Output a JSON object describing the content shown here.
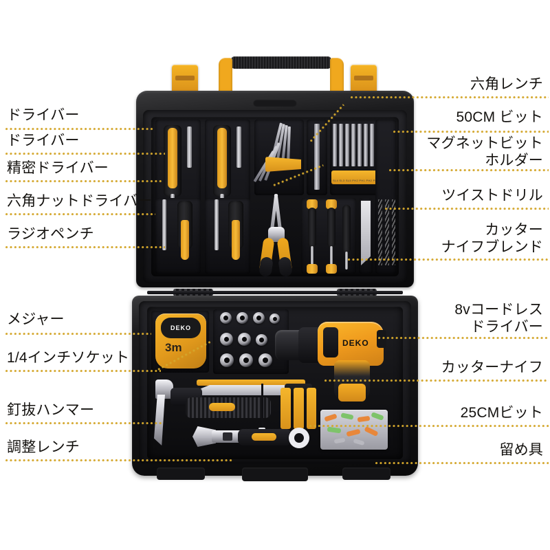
{
  "product": {
    "brand": "DEKO",
    "type": "tool-set-case",
    "tape_measure_length": "3m",
    "bit_holder_markings": "SL4 SL3 SL5 PH2 PH1 PH2 PH3 T15 T20 H3"
  },
  "colors": {
    "background": "#ffffff",
    "leader_dot": "#d4a72c",
    "leader_dot_pale": "#e8d9a0",
    "label_text": "#14120f",
    "case_black": "#121214",
    "accent_yellow": "#f0a81e",
    "accent_orange": "#ef9018",
    "chrome": "#dcdce2"
  },
  "labels_left_top": [
    {
      "id": "driver-1",
      "text": "ドライバー"
    },
    {
      "id": "driver-2",
      "text": "ドライバー"
    },
    {
      "id": "precision-driver",
      "text": "精密ドライバー"
    },
    {
      "id": "hex-nut-driver",
      "text": "六角ナットドライバー"
    },
    {
      "id": "needle-pliers",
      "text": "ラジオペンチ"
    }
  ],
  "labels_right_top": [
    {
      "id": "hex-wrench",
      "text": "六角レンチ"
    },
    {
      "id": "bit-50cm",
      "text": "50CM ビット"
    },
    {
      "id": "magnet-bit-holder",
      "text": "マグネットビット\nホルダー"
    },
    {
      "id": "twist-drill",
      "text": "ツイストドリル"
    },
    {
      "id": "cutter-knife-blade",
      "text": "カッター\nナイフブレンド"
    }
  ],
  "labels_left_bottom": [
    {
      "id": "tape-measure",
      "text": "メジャー"
    },
    {
      "id": "quarter-socket",
      "text": "1/4インチソケット"
    },
    {
      "id": "claw-hammer",
      "text": "釘抜ハンマー"
    },
    {
      "id": "adjustable-wrench",
      "text": "調整レンチ"
    }
  ],
  "labels_right_bottom": [
    {
      "id": "cordless-driver",
      "text": "8vコードレス\nドライバー"
    },
    {
      "id": "cutter-knife",
      "text": "カッターナイフ"
    },
    {
      "id": "bit-25cm",
      "text": "25CMビット"
    },
    {
      "id": "fasteners",
      "text": "留め具"
    }
  ]
}
